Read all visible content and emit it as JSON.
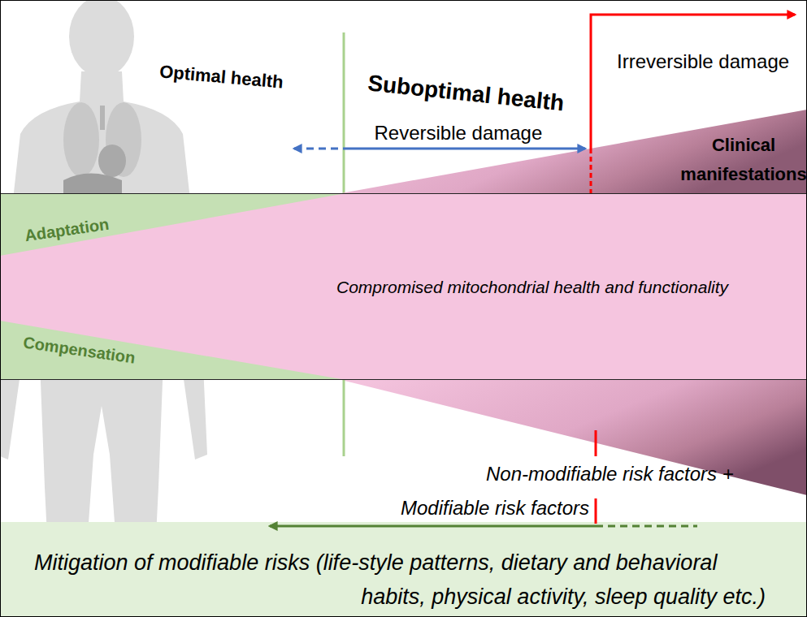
{
  "diagram": {
    "nodes": [
      {
        "text": [
          "Compromised mitochondrial health and functionality"
        ]
      },
      {
        "text": [
          "Adaptation"
        ],
        "in": 0
      },
      {
        "text": [
          "Compensation"
        ],
        "in": 0
      },
      {
        "text": [
          "Clinical manifestations"
        ]
      },
      {
        "text": [
          "Mitigation of modifiable risks (life-style patterns, dietary and behavioral habits, physical activity, sleep quality etc.)"
        ]
      }
    ],
    "labels": [
      "Optimal health",
      "Suboptimal health",
      "Reversible damage",
      "Irreversible damage",
      "Non-modifiable risk factors +",
      "Modifiable risk factors"
    ]
  }
}
